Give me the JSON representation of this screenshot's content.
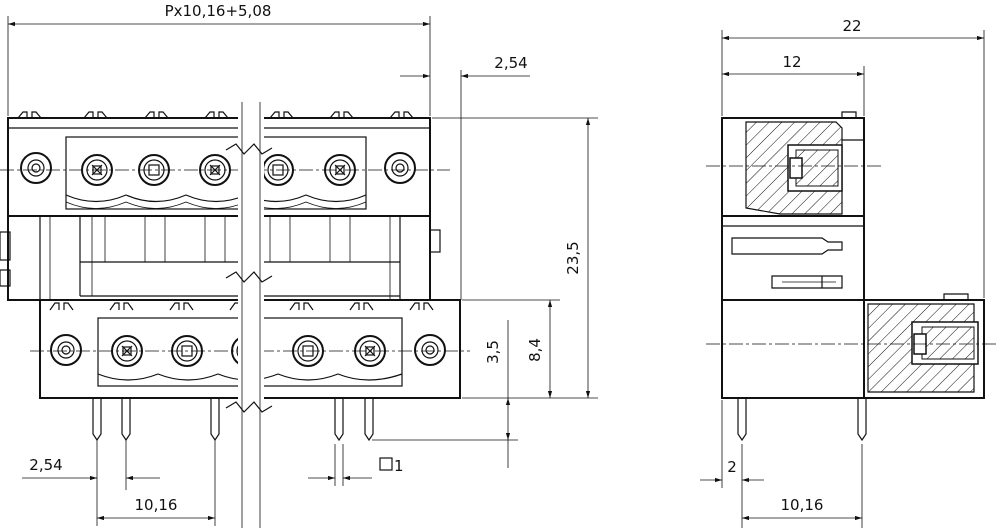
{
  "dimensions": {
    "pitch_formula": "Px10,16+5,08",
    "offset_top": "2,54",
    "height_total": "23,5",
    "height_lower": "8,4",
    "height_pin": "3,5",
    "offset_left_pin": "2,54",
    "pitch_bottom": "10,16",
    "pin_square": "1",
    "side_width": "22",
    "side_upper_width": "12",
    "side_pin_offset": "2",
    "side_pin_pitch": "10,16"
  }
}
